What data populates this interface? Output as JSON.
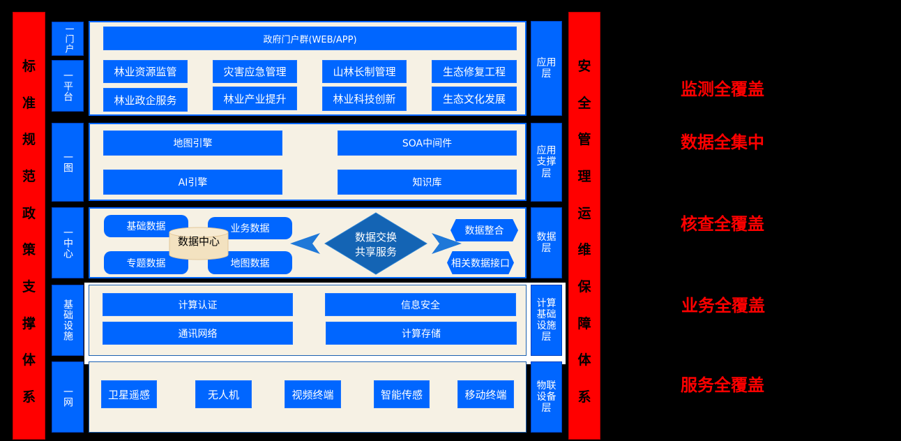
{
  "left_bar": {
    "chars": [
      "标",
      "准",
      "规",
      "范",
      "政",
      "策",
      "支",
      "撑",
      "体",
      "系"
    ]
  },
  "right_bar": {
    "chars": [
      "安",
      "全",
      "管",
      "理",
      "运",
      "维",
      "保",
      "障",
      "体",
      "系"
    ]
  },
  "rows": {
    "portal": {
      "left_label": "一门户",
      "right_label": "应用层",
      "banner": "政府门户群(WEB/APP)",
      "items": [
        "林业资源监管",
        "灾害应急管理",
        "山林长制管理",
        "生态修复工程",
        "林业政企服务",
        "林业产业提升",
        "林业科技创新",
        "生态文化发展"
      ],
      "platform_label": "一平台"
    },
    "map": {
      "left_label": "一图",
      "right_label": "应用支撑层",
      "items": [
        "地图引擎",
        "SOA中间件",
        "AI引擎",
        "知识库"
      ]
    },
    "center": {
      "left_label": "一中心",
      "right_label": "数据层",
      "items": [
        "基础数据",
        "业务数据",
        "专题数据",
        "地图数据"
      ],
      "data_center": "数据中心",
      "exchange_line1": "数据交换",
      "exchange_line2": "共享服务",
      "integrate": "数据整合",
      "interface": "相关数据接口"
    },
    "infra": {
      "left_label": "基础设施",
      "right_label": "计算基础设施层",
      "items": [
        "计算认证",
        "信息安全",
        "通讯网络",
        "计算存储"
      ]
    },
    "net": {
      "left_label": "一网",
      "right_label": "物联设备层",
      "items": [
        "卫星遥感",
        "无人机",
        "视频终端",
        "智能传感",
        "移动终端"
      ]
    }
  },
  "slogans": [
    "监测全覆盖",
    "数据全集中",
    "核查全覆盖",
    "业务全覆盖",
    "服务全覆盖"
  ],
  "colors": {
    "blue": "#0066ff",
    "red": "#ff0000",
    "panel": "#f6f1e4",
    "dark_blue": "#1464b4"
  }
}
